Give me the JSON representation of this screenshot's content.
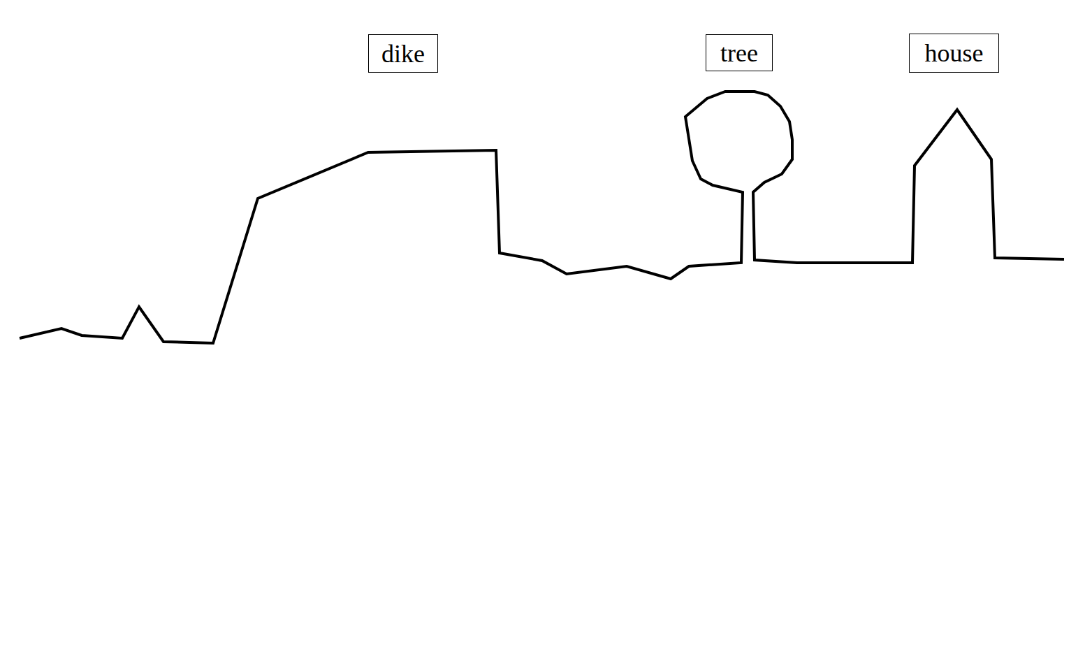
{
  "diagram": {
    "nodes": [
      {
        "text": [
          "dike"
        ]
      },
      {
        "text": [
          "tree"
        ]
      },
      {
        "text": [
          "house"
        ]
      }
    ]
  }
}
